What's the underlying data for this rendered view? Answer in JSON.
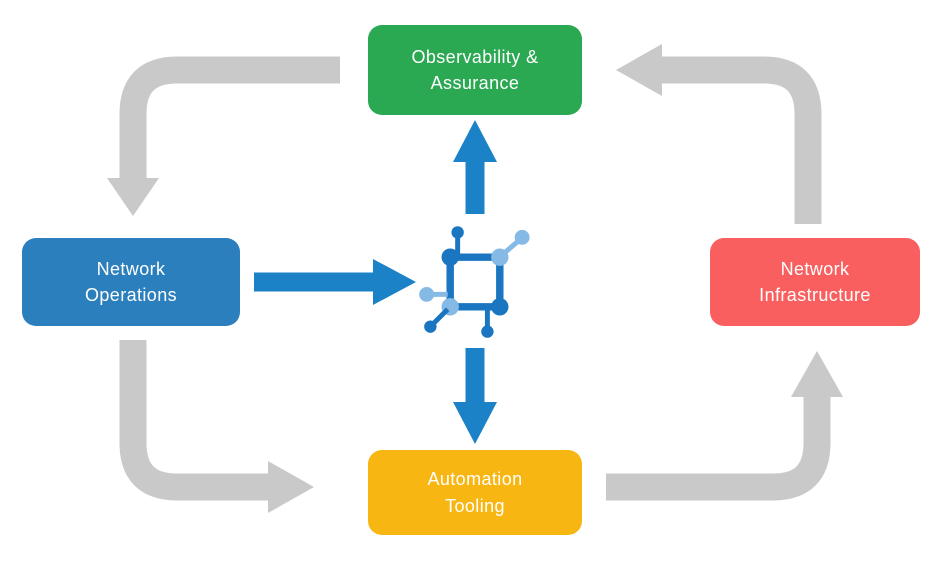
{
  "diagram": {
    "nodes": {
      "observability": {
        "label": "Observability &\nAssurance",
        "color": "#2aa852"
      },
      "network_operations": {
        "label": "Network\nOperations",
        "color": "#2b7fbd"
      },
      "network_infrastructure": {
        "label": "Network\nInfrastructure",
        "color": "#f95f5f"
      },
      "automation_tooling": {
        "label": "Automation\nTooling",
        "color": "#f8b612"
      }
    },
    "center_icon": "network-nodes-icon",
    "colors": {
      "arrow_gray": "#c9c9c9",
      "arrow_blue": "#1b82c8",
      "icon_dark_blue": "#1a76c0",
      "icon_light_blue": "#85b9e6"
    },
    "edges": [
      {
        "from": "observability",
        "to": "network_operations",
        "style": "gray"
      },
      {
        "from": "network_operations",
        "to": "automation_tooling",
        "style": "gray"
      },
      {
        "from": "automation_tooling",
        "to": "network_infrastructure",
        "style": "gray"
      },
      {
        "from": "network_infrastructure",
        "to": "observability",
        "style": "gray"
      },
      {
        "from": "network_operations",
        "to": "center_icon",
        "style": "blue"
      },
      {
        "from": "center_icon",
        "to": "observability",
        "style": "blue"
      },
      {
        "from": "center_icon",
        "to": "automation_tooling",
        "style": "blue"
      }
    ]
  }
}
